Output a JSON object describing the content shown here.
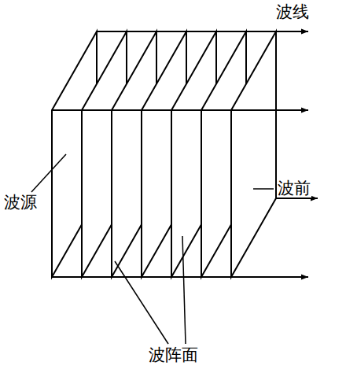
{
  "diagram": {
    "labels": [
      "波线",
      "波前",
      "波源",
      "波阵面"
    ]
  }
}
